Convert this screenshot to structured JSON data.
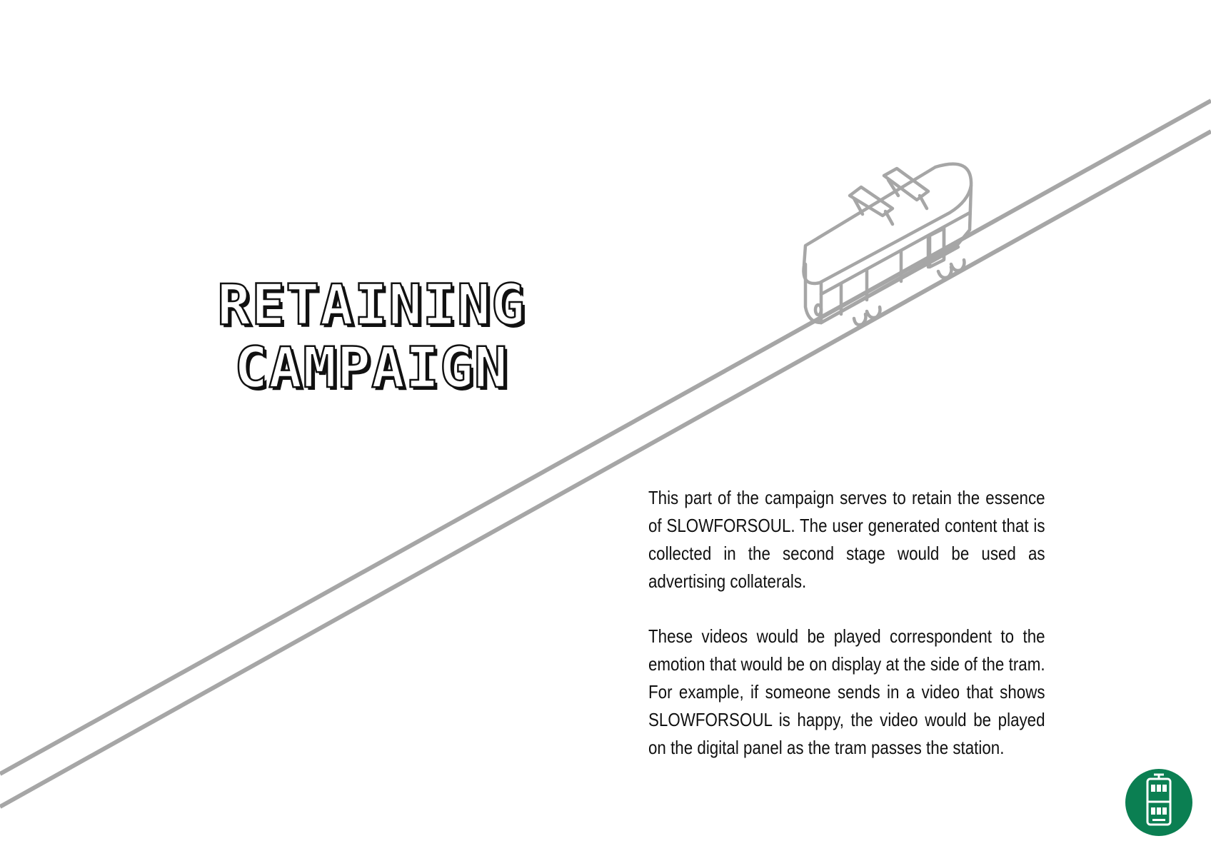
{
  "title": {
    "line1": "RETAINING",
    "line2": "CAMPAIGN"
  },
  "body": {
    "paragraph1": "This part of the campaign serves to retain the essence of SLOWFORSOUL. The user generated content that is collected in the second stage would be used as advertising collaterals.",
    "paragraph2": "These videos would be played correspondent to the emotion that would be on display at the side of the tram. For example, if someone sends in a video that shows SLOWFORSOUL is happy, the video would be played on the digital panel as the tram passes the station."
  },
  "colors": {
    "track": "#a6a6a6",
    "tram_outline": "#a6a6a6",
    "logo_green": "#0b7f52",
    "text": "#111111"
  },
  "icons": {
    "illustration": "tram-on-rails-illustration",
    "logo": "tram-logo-icon"
  }
}
